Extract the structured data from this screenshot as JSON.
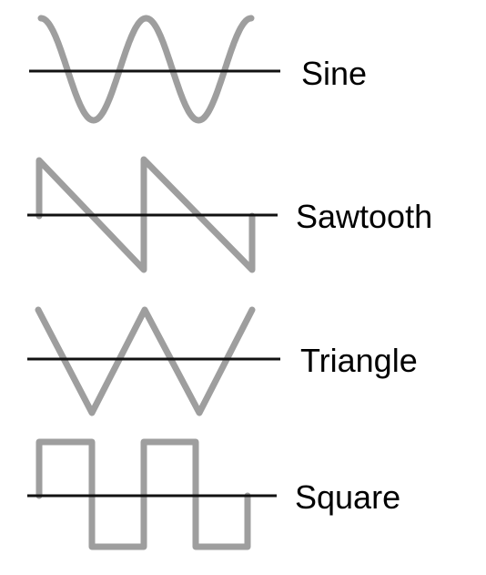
{
  "colors": {
    "wave": "#9e9e9e",
    "axis": "#111111",
    "background": "#ffffff",
    "text": "#000000"
  },
  "waveforms": [
    {
      "id": "sine",
      "label": "Sine"
    },
    {
      "id": "sawtooth",
      "label": "Sawtooth"
    },
    {
      "id": "triangle",
      "label": "Triangle"
    },
    {
      "id": "square",
      "label": "Square"
    }
  ]
}
